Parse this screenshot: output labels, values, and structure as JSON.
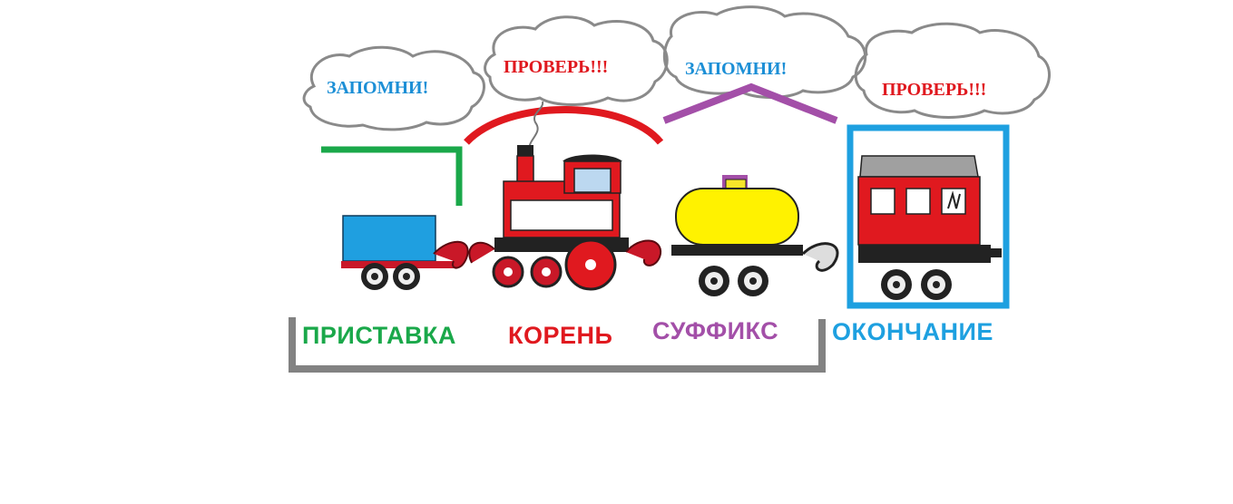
{
  "colors": {
    "prefix": "#1aa84a",
    "root": "#e0191f",
    "suffix": "#a34fa8",
    "ending": "#1ea0e0",
    "stem_bracket": "#828282",
    "cloud_outline": "#8a8a8a",
    "memo_text": "#1c8fd6",
    "check_text": "#e0191f"
  },
  "clouds": [
    {
      "id": "cloud-1",
      "text": "ЗАПОМНИ!",
      "kind": "memo"
    },
    {
      "id": "cloud-2",
      "text": "ПРОВЕРЬ!!!",
      "kind": "check"
    },
    {
      "id": "cloud-3",
      "text": "ЗАПОМНИ!",
      "kind": "memo"
    },
    {
      "id": "cloud-4",
      "text": "ПРОВЕРЬ!!!",
      "kind": "check"
    }
  ],
  "labels": {
    "prefix": "ПРИСТАВКА",
    "root": "КОРЕНЬ",
    "suffix": "СУФФИКС",
    "ending": "ОКОНЧАНИЕ"
  },
  "train": {
    "cars": [
      {
        "name": "wagon",
        "icon": "blue-wagon-icon"
      },
      {
        "name": "locomotive",
        "icon": "steam-locomotive-icon"
      },
      {
        "name": "tank",
        "icon": "yellow-tank-car-icon"
      },
      {
        "name": "coach",
        "icon": "red-passenger-car-icon"
      }
    ]
  }
}
